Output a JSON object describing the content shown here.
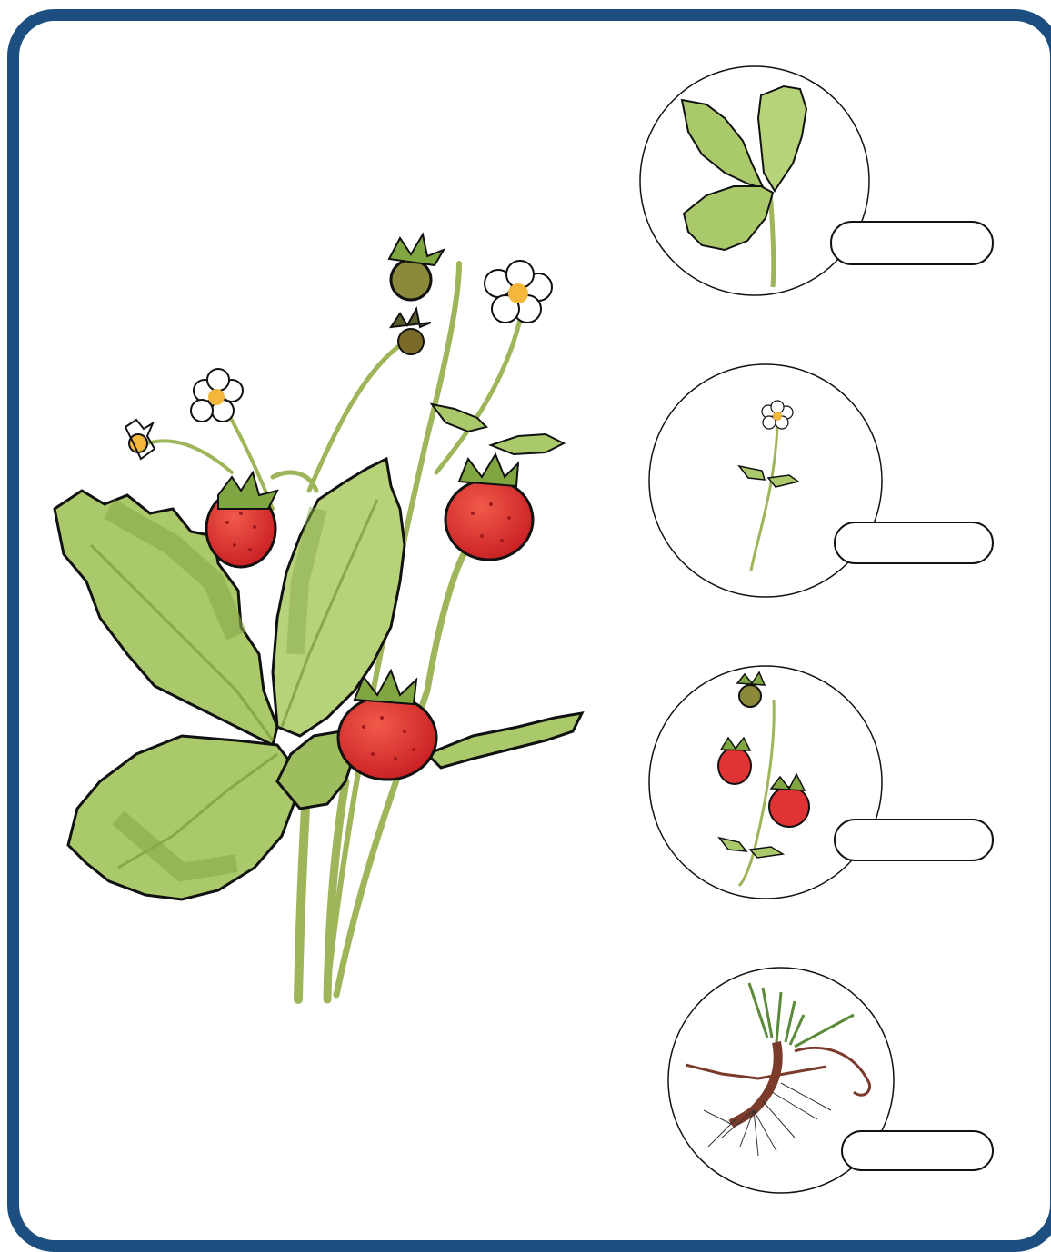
{
  "worksheet": {
    "main_plant": "strawberry-plant",
    "parts": [
      {
        "id": "leaves",
        "icon": "leaf-cluster-icon",
        "answer": ""
      },
      {
        "id": "stem",
        "icon": "flowering-stem-icon",
        "answer": ""
      },
      {
        "id": "fruit",
        "icon": "strawberry-fruit-icon",
        "answer": ""
      },
      {
        "id": "root",
        "icon": "root-system-icon",
        "answer": ""
      }
    ]
  },
  "colors": {
    "frame": "#1c4f80",
    "leaf_light": "#a9c96a",
    "leaf_dark": "#88a94a",
    "stem": "#9eb55a",
    "berry": "#e03434",
    "root": "#7a3b2b",
    "flower_center": "#f4b73c"
  }
}
